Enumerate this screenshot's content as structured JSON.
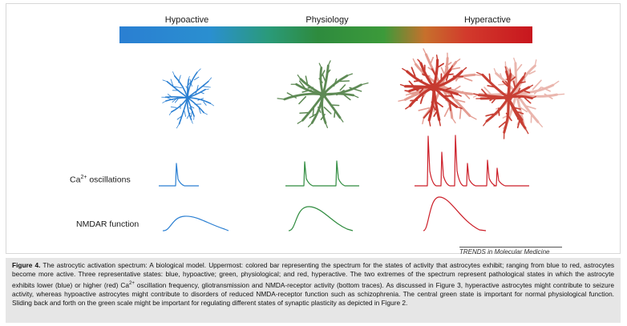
{
  "spectrum": {
    "labels": [
      "Hypoactive",
      "Physiology",
      "Hyperactive"
    ],
    "colors": {
      "hypo": "#2a7fd2",
      "physio": "#2e8b3e",
      "hyper": "#cc1e28"
    }
  },
  "rows": {
    "ca_prefix": "Ca",
    "ca_sup": "2+",
    "ca_suffix": " oscillations",
    "nmdar": "NMDAR function"
  },
  "credit": "TRENDS in Molecular Medicine",
  "caption": {
    "label": "Figure 4.",
    "p1": " The astrocytic activation spectrum: A biological model. Uppermost: colored bar representing the spectrum for the states of activity that astrocytes exhibit; ranging from blue to red, astrocytes become more active. Three representative states: blue, hypoactive; green, physiological; and red, hyperactive. The two extremes of the spectrum represent pathological states in which the astrocyte exhibits lower (blue) or higher (red) Ca",
    "sup": "2+",
    "p2": " oscillation frequency, gliotransmission and NMDA-receptor activity (bottom traces). As discussed in Figure 3, hyperactive astrocytes might contribute to seizure activity, whereas hypoactive astrocytes might contribute to disorders of reduced NMDA-receptor function such as schizophrenia. The central green state is important for normal physiological function. Sliding back and forth on the green scale might be important for regulating different states of synaptic plasticity as depicted in Figure 2."
  }
}
